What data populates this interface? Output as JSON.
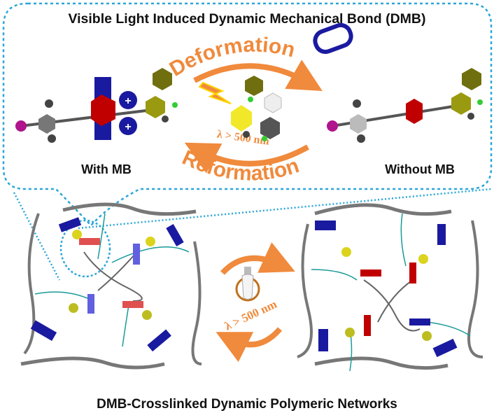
{
  "title": "Visible Light Induced Dynamic Mechanical Bond (DMB)",
  "labels": {
    "with_mb": "With MB",
    "without_mb": "Without MB",
    "deformation": "Deformation",
    "reformation": "Reformation",
    "wavelength_top": "λ > 500 nm",
    "wavelength_bottom": "λ > 500 nm"
  },
  "caption": "DMB-Crosslinked Dynamic Polymeric Networks",
  "colors": {
    "arrow_orange": "#f08a3c",
    "dashed_outline": "#2aa6d8",
    "ring_blue": "#1a1aa0",
    "axle_red": "#c00000",
    "stopper_olive": "#9a9a10",
    "polymer_gray": "#666666",
    "crosslink_teal": "#1a9a9a"
  },
  "icons": [
    "lightning-icon",
    "light-bulb-icon"
  ]
}
